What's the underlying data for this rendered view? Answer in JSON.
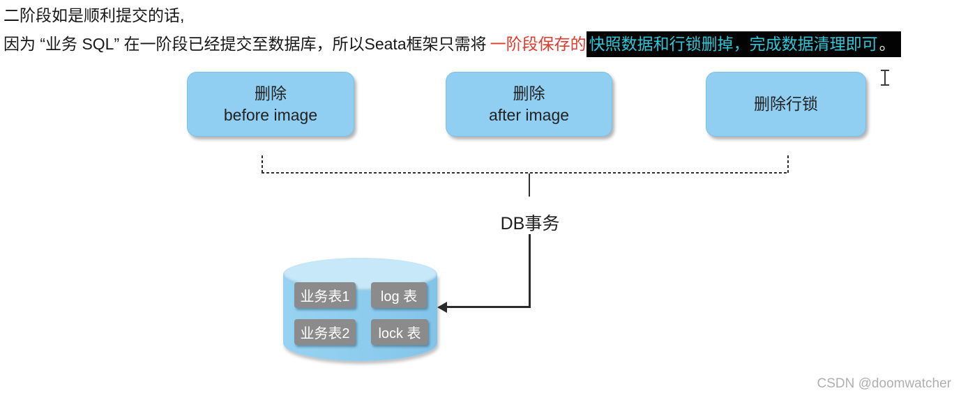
{
  "header": {
    "line1": "二阶段如是顺利提交的话,",
    "line2_normal": "因为 “业务 SQL” 在一阶段已经提交至数据库，所以Seata框架只需将",
    "line2_red": "一阶段保存的",
    "line2_highlight": "快照数据和行锁删掉，完成数据清理即可",
    "line2_period": "。"
  },
  "diagram": {
    "boxes": [
      {
        "line1": "删除",
        "line2": "before image"
      },
      {
        "line1": "删除",
        "line2": "after image"
      },
      {
        "line1": "删除行锁",
        "line2": ""
      }
    ],
    "db_label": "DB事务",
    "database": {
      "tables": [
        {
          "label": "业务表1"
        },
        {
          "label": "log 表"
        },
        {
          "label": "业务表2"
        },
        {
          "label": "lock 表"
        }
      ]
    }
  },
  "watermark": "CSDN @doomwatcher",
  "colors": {
    "red_text": "#e2392b",
    "highlight_bg": "#030303",
    "highlight_text": "#2cc6d9",
    "flow_box_blue": "#90cff2",
    "cylinder_body": "#8dccee",
    "cylinder_top": "#c6e8f8",
    "table_gray": "#8b8b8b",
    "watermark_gray": "#b0aeae"
  }
}
